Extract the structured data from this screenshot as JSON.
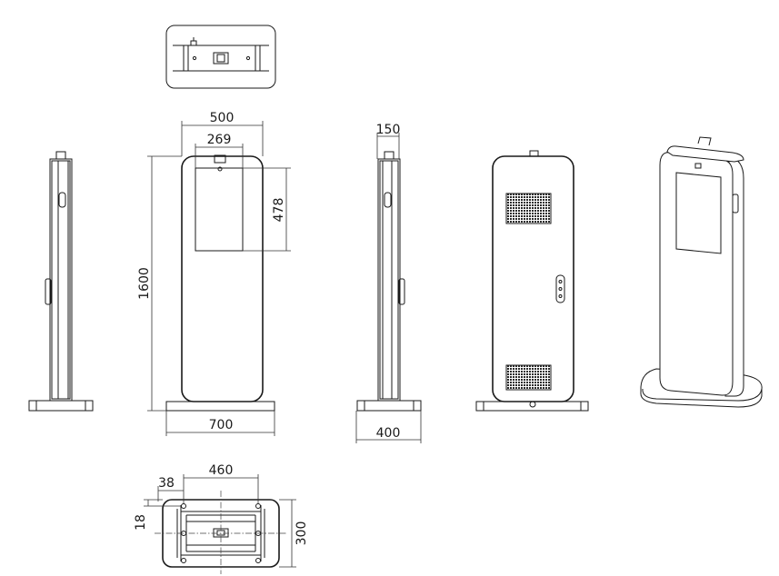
{
  "colors": {
    "line": "#1a1a1a",
    "background": "#ffffff",
    "grille": "#2b2b2b"
  },
  "dimensions": {
    "front_panel_width": "500",
    "screen_width": "269",
    "screen_height": "478",
    "total_height": "1600",
    "base_width_front": "700",
    "depth_top": "150",
    "base_depth_side": "400",
    "bolt_spacing": "460",
    "bolt_edge_offset": "38",
    "bolt_hole_offset": "18",
    "base_depth_bottom": "300"
  }
}
